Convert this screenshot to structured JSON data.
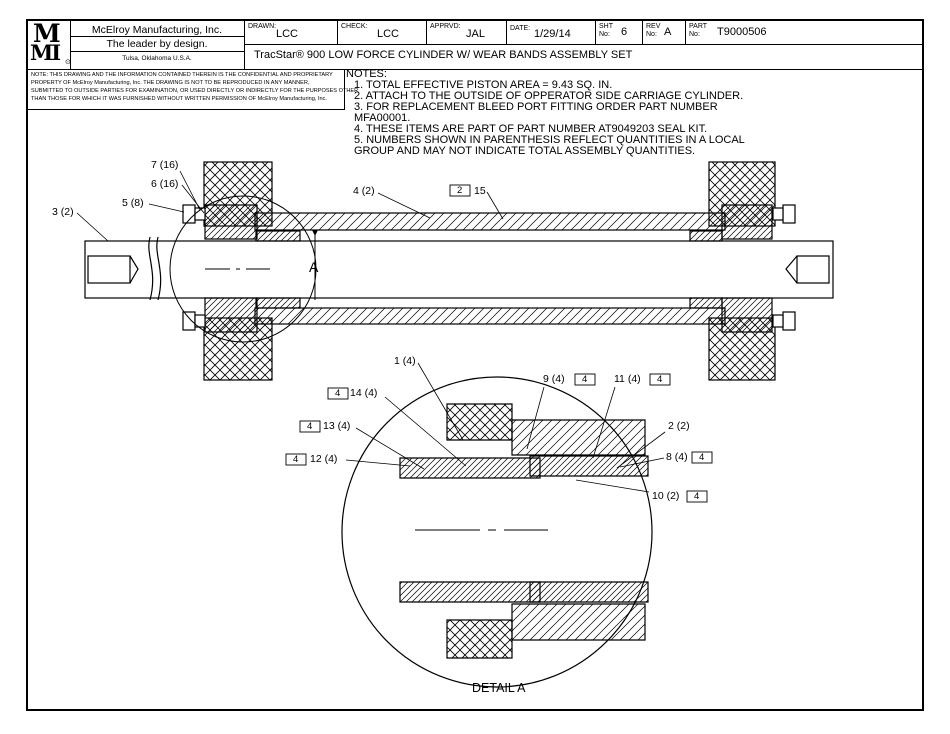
{
  "title_block": {
    "logo_top": "M",
    "logo_bottom": "MI",
    "company": "McElroy Manufacturing, Inc.",
    "tagline": "The leader by design.",
    "location": "Tulsa, Oklahoma U.S.A.",
    "drawn_label": "DRAWN:",
    "drawn_value": "LCC",
    "check_label": "CHECK:",
    "check_value": "LCC",
    "apprvd_label": "APPRVD:",
    "apprvd_value": "JAL",
    "date_label": "DATE:",
    "date_value": "1/29/14",
    "sht_label_1": "SHT",
    "sht_label_2": "No:",
    "sht_value": "6",
    "rev_label_1": "REV",
    "rev_label_2": "No:",
    "rev_value": "A",
    "part_label_1": "PART",
    "part_label_2": "No:",
    "part_value": "T9000506",
    "drawing_title": "TracStar® 900 LOW FORCE CYLINDER W/ WEAR BANDS ASSEMBLY SET",
    "confidential": [
      "NOTE: THIS DRAWING AND THE INFORMATION CONTAINED THEREIN IS THE CONFIDENTIAL AND PROPRIETARY",
      "PROPERTY OF McElroy Manufacturing, Inc. THE DRAWING IS NOT TO BE REPRODUCED IN ANY MANNER,",
      "SUBMITTED TO OUTSIDE PARTIES FOR EXAMINATION, OR USED DIRECTLY OR INDIRECTLY FOR THE PURPOSES OTHER",
      "THAN THOSE FOR WHICH IT WAS FURNISHED WITHOUT WRITTEN PERMISSION OF McElroy Manufacturing, Inc."
    ]
  },
  "notes": {
    "heading": "NOTES:",
    "lines": [
      "1.  TOTAL EFFECTIVE PISTON AREA = 9.43 SQ. IN.",
      "2.  ATTACH TO THE OUTSIDE OF OPPERATOR SIDE CARRIAGE CYLINDER.",
      "3.  FOR REPLACEMENT  BLEED PORT FITTING ORDER PART NUMBER",
      "      MFA00001.",
      "4.  THESE ITEMS ARE PART OF PART NUMBER AT9049203 SEAL KIT.",
      "5.  NUMBERS SHOWN IN PARENTHESIS REFLECT QUANTITIES IN A LOCAL",
      "      GROUP AND MAY NOT INDICATE TOTAL ASSEMBLY QUANTITIES."
    ]
  },
  "callouts": {
    "c7": "7 (16)",
    "c6": "6 (16)",
    "c5": "5 (8)",
    "c3": "3 (2)",
    "c4": "4 (2)",
    "c15": "15",
    "c15_flag": "2",
    "section_letter": "A",
    "d1": "1 (4)",
    "d9": "9 (4)",
    "d9_flag": "4",
    "d11": "11 (4)",
    "d11_flag": "4",
    "d14": "14 (4)",
    "d14_flag": "4",
    "d13": "13 (4)",
    "d13_flag": "4",
    "d12": "12 (4)",
    "d12_flag": "4",
    "d2": "2 (2)",
    "d8": "8 (4)",
    "d8_flag": "4",
    "d10": "10 (2)",
    "d10_flag": "4",
    "detail_label": "DETAIL A"
  }
}
